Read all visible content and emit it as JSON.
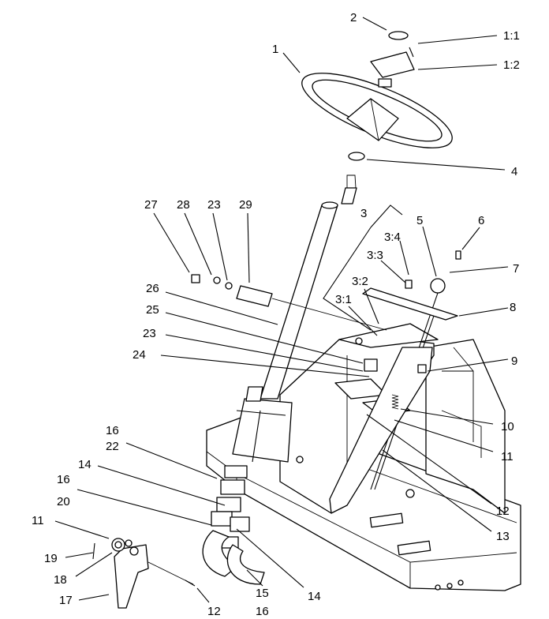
{
  "callouts": {
    "c1": "1",
    "c2": "2",
    "c1_1": "1:1",
    "c1_2": "1:2",
    "c4": "4",
    "c3": "3",
    "c3_4": "3:4",
    "c3_3": "3:3",
    "c3_2": "3:2",
    "c3_1": "3:1",
    "c5": "5",
    "c6": "6",
    "c7": "7",
    "c8": "8",
    "c9": "9",
    "c10": "10",
    "c11a": "11",
    "c12a": "12",
    "c13": "13",
    "c27": "27",
    "c28": "28",
    "c23a": "23",
    "c29": "29",
    "c26": "26",
    "c25": "25",
    "c23b": "23",
    "c24": "24",
    "c16a": "16",
    "c22": "22",
    "c14a": "14",
    "c16b": "16",
    "c20": "20",
    "c11b": "11",
    "c19": "19",
    "c18": "18",
    "c17": "17",
    "c12b": "12",
    "c15": "15",
    "c16c": "16",
    "c14b": "14"
  }
}
